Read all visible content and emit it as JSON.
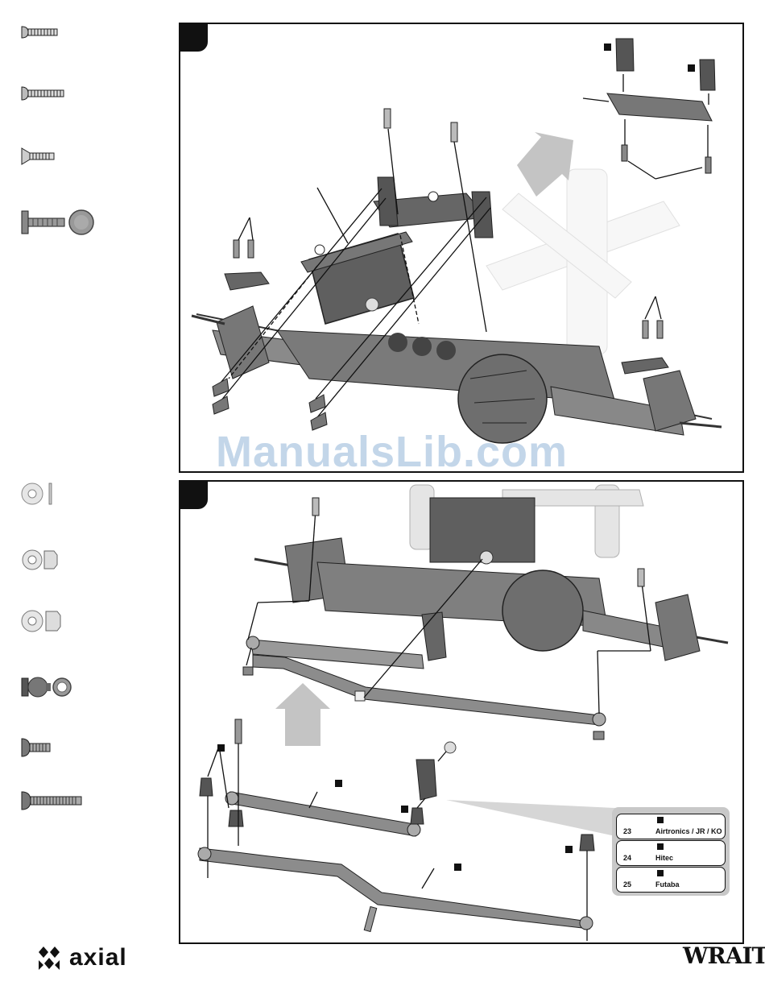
{
  "watermark": "ManualsLib.com",
  "servo_options": [
    {
      "number": "23",
      "name": "Airtronics / JR / KO"
    },
    {
      "number": "24",
      "name": "Hitec"
    },
    {
      "number": "25",
      "name": "Futaba"
    }
  ],
  "logo": {
    "text": "axial"
  },
  "brand": {
    "text": "WRAITH"
  },
  "icons": {
    "logo": "axial-logo-icon",
    "hardware": [
      "button-head-screw-icon",
      "long-screw-icon",
      "flat-head-screw-icon",
      "set-screw-washer-icon",
      "washer-icon",
      "nylon-locknut-icon",
      "serrated-locknut-icon",
      "pivot-ball-icon",
      "short-bolt-icon",
      "long-bolt-icon"
    ]
  }
}
